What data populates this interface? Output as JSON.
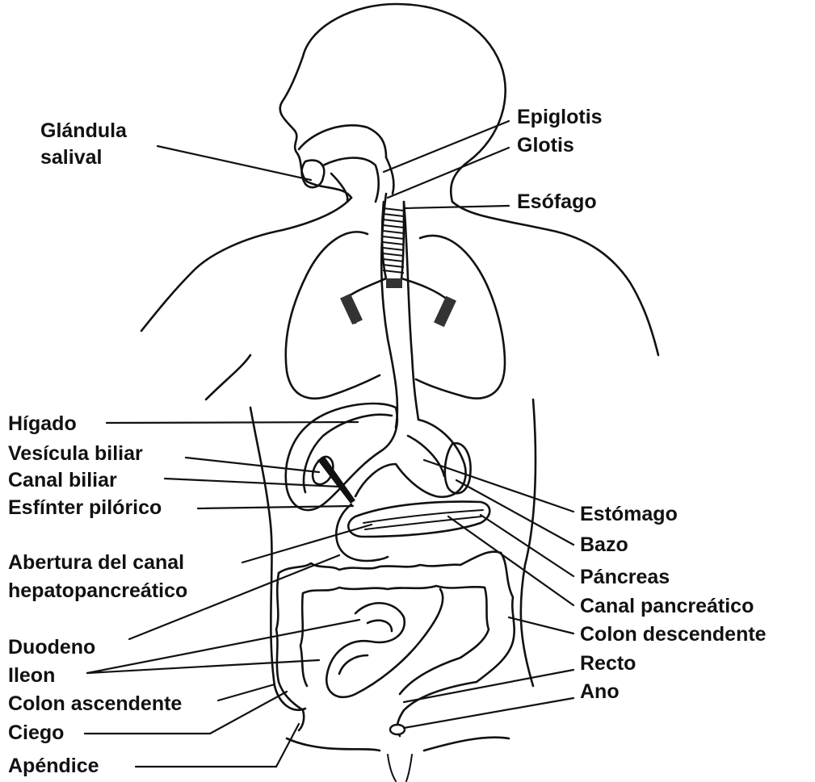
{
  "labels": {
    "glandula_salival_1": "Glándula",
    "glandula_salival_2": "salival",
    "epiglotis": "Epiglotis",
    "glotis": "Glotis",
    "esofago": "Esófago",
    "higado": "Hígado",
    "vesicula_biliar": "Vesícula biliar",
    "canal_biliar": "Canal biliar",
    "esfinter_pilorico": "Esfínter pilórico",
    "abertura_1": "Abertura del canal",
    "abertura_2": "hepatopancreático",
    "duodeno": "Duodeno",
    "ileon": "Ileon",
    "colon_ascendente": "Colon ascendente",
    "ciego": "Ciego",
    "apendice": "Apéndice",
    "estomago": "Estómago",
    "bazo": "Bazo",
    "pancreas": "Páncreas",
    "canal_pancreatico": "Canal pancreático",
    "colon_descendente": "Colon descendente",
    "recto": "Recto",
    "ano": "Ano"
  }
}
